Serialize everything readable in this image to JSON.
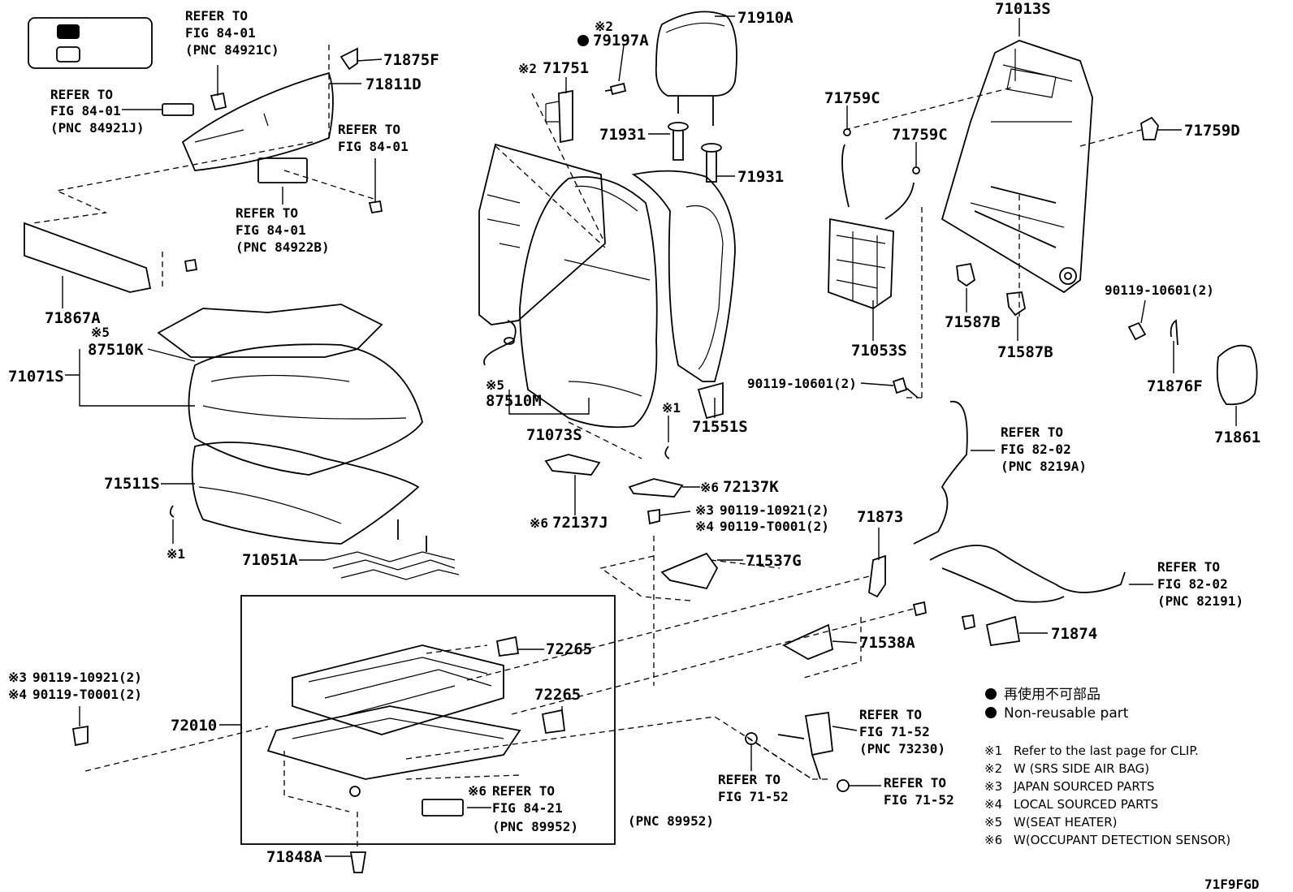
{
  "legend": {
    "black_meaning": "",
    "white_meaning": ""
  },
  "callouts": [
    "71910A",
    "※2",
    "79197A",
    "71013S",
    "REFER TO",
    "FIG 84-01",
    "(PNC 84921C)",
    "71875F",
    "71811D",
    "REFER TO",
    "FIG 84-01",
    "(PNC 84921J)",
    "REFER TO",
    "FIG 84-01",
    "※2",
    "71751",
    "71759C",
    "71759C",
    "71759D",
    "71931",
    "71931",
    "REFER TO",
    "FIG 84-01",
    "(PNC 84922B)",
    "71867A",
    "※5",
    "87510K",
    "71071S",
    "※5",
    "87510M",
    "71073S",
    "※1",
    "71551S",
    "71053S",
    "71587B",
    "71587B",
    "90119-10601(2)",
    "71876F",
    "90119-10601(2)",
    "71861",
    "REFER TO",
    "FIG 82-02",
    "(PNC 8219A)",
    "71511S",
    "※6",
    "72137K",
    "※6",
    "72137J",
    "※3",
    "90119-10921(2)",
    "※4",
    "90119-T0001(2)",
    "※1",
    "71051A",
    "71873",
    "71537G",
    "REFER TO",
    "FIG 82-02",
    "(PNC 82191)",
    "72265",
    "71874",
    "71538A",
    "※3",
    "90119-10921(2)",
    "※4",
    "90119-T0001(2)",
    "72265",
    "72010",
    "REFER TO",
    "FIG 71-52",
    "(PNC 73230)",
    "※6",
    "REFER TO",
    "FIG 84-21",
    "(PNC 89952)",
    "(PNC 89952)",
    "REFER TO",
    "FIG 71-52",
    "REFER TO",
    "FIG 71-52",
    "71848A",
    "71F9FGD"
  ],
  "legend_notes": {
    "nonreusable_jp": "再使用不可部品",
    "nonreusable_en": "Non-reusable part"
  },
  "footnotes": [
    {
      "mark": "※1",
      "text": "Refer to the last page for CLIP."
    },
    {
      "mark": "※2",
      "text": "W (SRS SIDE AIR BAG)"
    },
    {
      "mark": "※3",
      "text": "JAPAN SOURCED PARTS"
    },
    {
      "mark": "※4",
      "text": "LOCAL SOURCED PARTS"
    },
    {
      "mark": "※5",
      "text": "W(SEAT HEATER)"
    },
    {
      "mark": "※6",
      "text": "W(OCCUPANT DETECTION SENSOR)"
    }
  ]
}
